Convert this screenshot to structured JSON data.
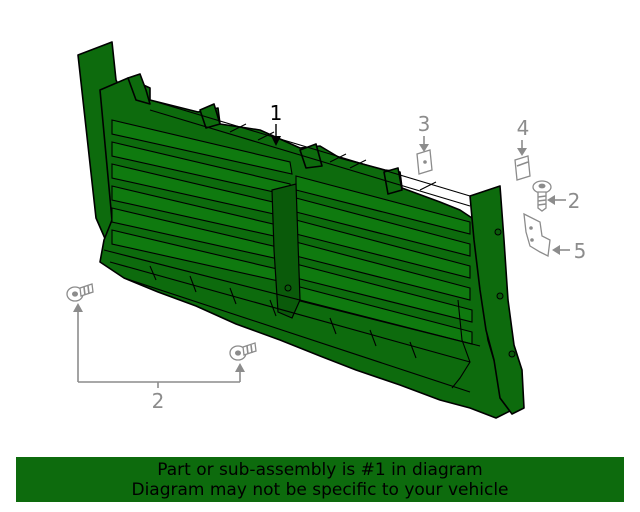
{
  "callouts": {
    "main_part": "1",
    "clip_a": "3",
    "clip_b": "4",
    "bolt_right": "2",
    "bracket": "5",
    "bolts_left": "2"
  },
  "banner": {
    "line1": "Part or sub-assembly is #1 in diagram",
    "line2": "Diagram may not be specific to your vehicle"
  },
  "colors": {
    "highlight_green": "#0d6b0d",
    "callout_grey": "#8c8c8c",
    "outline_black": "#000000"
  }
}
